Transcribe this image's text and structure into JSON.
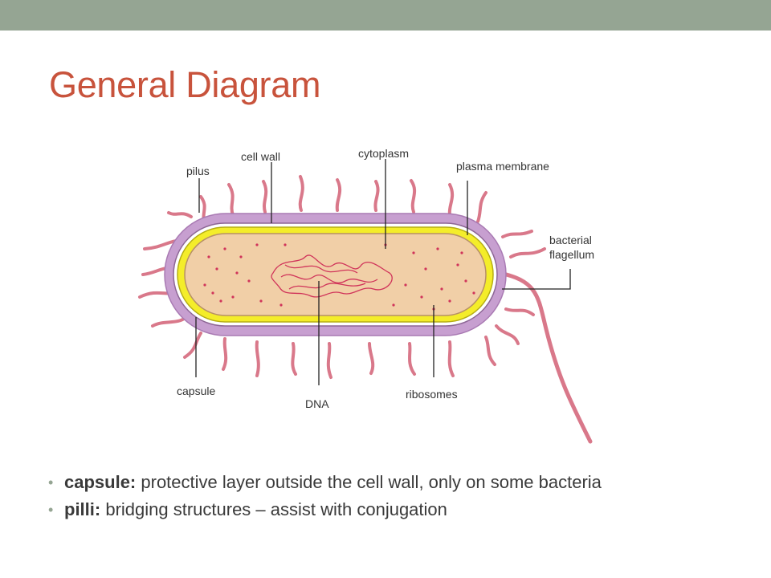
{
  "slide": {
    "title": "General Diagram",
    "accent_bar_color": "#95a593",
    "title_color": "#c8533c"
  },
  "diagram": {
    "labels": {
      "pilus": "pilus",
      "cell_wall": "cell wall",
      "cytoplasm": "cytoplasm",
      "plasma_membrane": "plasma membrane",
      "bacterial_flagellum_line1": "bacterial",
      "bacterial_flagellum_line2": "flagellum",
      "capsule": "capsule",
      "dna": "DNA",
      "ribosomes": "ribosomes"
    },
    "colors": {
      "capsule": "#c79fd0",
      "cell_wall": "#f4ed2a",
      "cytoplasm": "#f1cfa7",
      "appendages": "#e08090",
      "dna": "#d0345a"
    }
  },
  "bullets": [
    {
      "term": "capsule:",
      "text": " protective layer outside the cell wall, only on some bacteria"
    },
    {
      "term": "pilli:",
      "text": " bridging structures – assist with conjugation"
    }
  ]
}
